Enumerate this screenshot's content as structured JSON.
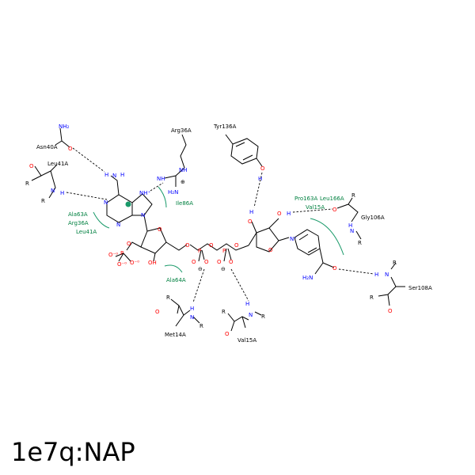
{
  "title": "1e7q:NAP",
  "colors": {
    "nitrogen": "#0000ff",
    "oxygen": "#ff0000",
    "hydrophobic": "#008040",
    "bond": "#000000"
  },
  "residues": {
    "asn40a": "Asn40A",
    "leu41a": "Leu41A",
    "arg36a": "Arg36A",
    "tyr136a": "Tyr136A",
    "ile86a": "Ile86A",
    "pro163a": "Pro163A",
    "leu166a": "Leu166A",
    "val15a_top": "Val15A",
    "gly106a": "Gly106A",
    "ala63a": "Ala63A",
    "arg36a_hyd": "Arg36A",
    "leu41a_hyd": "Leu41A",
    "ala64a": "Ala64A",
    "met14a": "Met14A",
    "val15a": "Val15A",
    "ser108a": "Ser108A"
  },
  "atoms": {
    "nh2": "NH₂",
    "h2n": "H₂N",
    "nh": "NH",
    "n": "N",
    "h": "H",
    "o": "O",
    "oh": "OH",
    "r": "R",
    "p": "P",
    "nplus": "N⁺",
    "nhplus": "NH⁺",
    "oplus": "⊕",
    "ominus": "⊖",
    "oqq": "O⁻⁰",
    "minus": "⁻⁰"
  }
}
